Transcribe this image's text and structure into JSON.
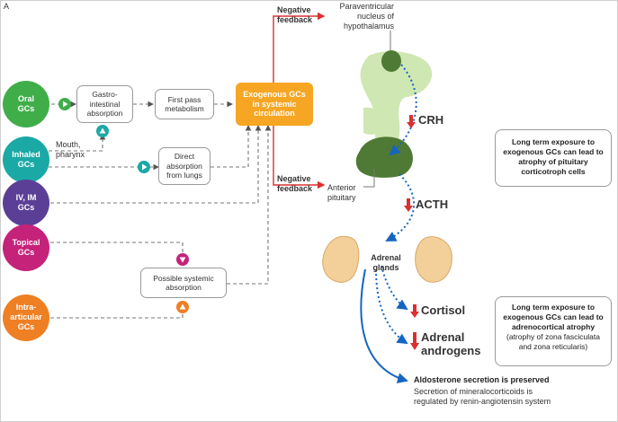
{
  "panel_label": "A",
  "colors": {
    "oral": "#3fae49",
    "inhaled": "#1ba9a6",
    "ivim": "#5b3f97",
    "topical": "#c5227a",
    "intra": "#ef7f23",
    "exogenous": "#f6a623",
    "arrow_red": "#d93030",
    "flow_blue": "#1565c0",
    "gland_green": "#4f7a35"
  },
  "routes": {
    "oral": "Oral\nGCs",
    "inhaled": "Inhaled\nGCs",
    "ivim": "IV, IM\nGCs",
    "topical": "Topical\nGCs",
    "intra": "Intra-\narticular\nGCs"
  },
  "boxes": {
    "gi": "Gastro-\nintestinal\nabsorption",
    "first_pass": "First pass\nmetabolism",
    "exogenous": "Exogenous GCs\nin systemic\ncirculation",
    "direct": "Direct\nabsorption\nfrom lungs",
    "possible": "Possible systemic\nabsorption"
  },
  "labels": {
    "mouth": "Mouth,\npharynx",
    "neg_feedback_top": "Negative\nfeedback",
    "neg_feedback_bottom": "Negative\nfeedback",
    "pvn": "Paraventricular\nnucleus of\nhypothalamus",
    "anterior_pituitary": "Anterior\npituitary",
    "crh": "CRH",
    "acth": "ACTH",
    "adrenal": "Adrenal\nglands",
    "cortisol": "Cortisol",
    "androgens": "Adrenal\nandrogens",
    "aldosterone_title": "Aldosterone secretion is preserved",
    "aldosterone_text": "Secretion of mineralocorticoids is\nregulated by renin-angiotensin system"
  },
  "side_notes": {
    "pituitary": "Long term exposure to exogenous GCs can lead to atrophy of pituitary corticotroph cells",
    "adrenal_main": "Long term exposure to exogenous GCs can lead to adrenocortical atrophy",
    "adrenal_sub": "(atrophy of zona fasciculata and zona reticularis)"
  }
}
